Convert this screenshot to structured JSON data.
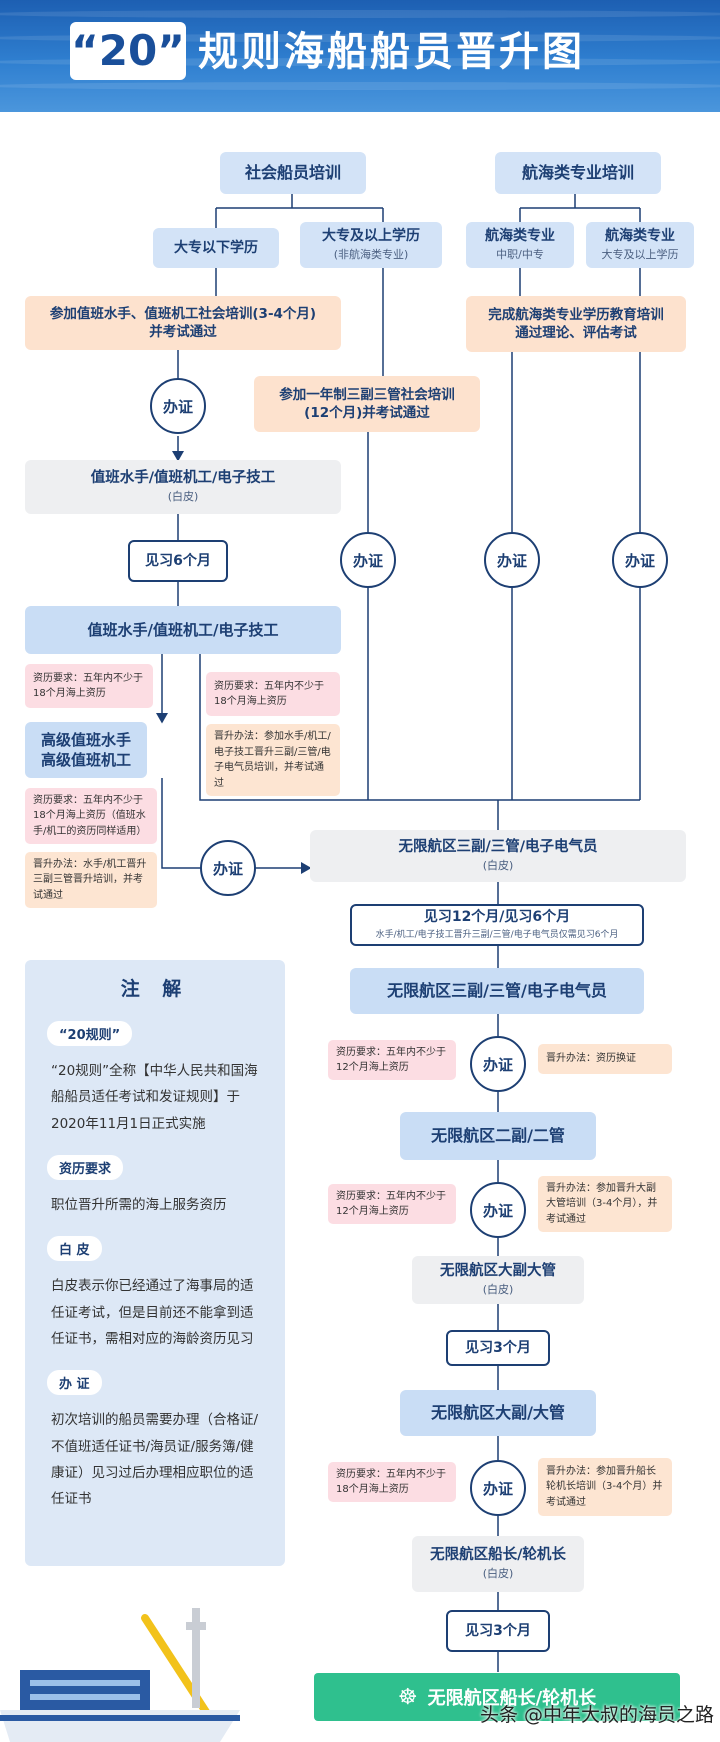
{
  "header": {
    "badge": "“20”",
    "title": "规则海船船员晋升图"
  },
  "boxes": {
    "social": "社会船员培训",
    "nautical": "航海类专业培训",
    "below_college": "大专以下学历",
    "college_above": "大专及以上学历",
    "college_above_sub": "(非航海类专业)",
    "naut_major1": "航海类专业",
    "naut_major1_sub": "中职/中专",
    "naut_major2": "航海类专业",
    "naut_major2_sub": "大专及以上学历",
    "train1": "参加值班水手、值班机工社会培训(3-4个月)",
    "train1_b": "并考试通过",
    "train_naut": "完成航海类专业学历教育培训",
    "train_naut_b": "通过理论、评估考试",
    "train_year": "参加一年制三副三管社会培训",
    "train_year_b": "(12个月)并考试通过",
    "watch_white": "值班水手/值班机工/电子技工",
    "watch_white_sub": "(白皮)",
    "intern6": "见习6个月",
    "watch": "值班水手/值班机工/电子技工",
    "senior": "高级值班水手",
    "senior_b": "高级值班机工",
    "third_white": "无限航区三副/三管/电子电气员",
    "third_white_sub": "(白皮)",
    "intern12": "见习12个月/见习6个月",
    "intern12_sub": "水手/机工/电子技工晋升三副/三管/电子电气员仅需见习6个月",
    "third": "无限航区三副/三管/电子电气员",
    "second": "无限航区二副/二管",
    "chief_white": "无限航区大副大管",
    "chief_white_sub": "(白皮)",
    "intern3a": "见习3个月",
    "chief": "无限航区大副/大管",
    "captain_white": "无限航区船长/轮机长",
    "captain_white_sub": "(白皮)",
    "intern3b": "见习3个月",
    "captain": "无限航区船长/轮机长"
  },
  "circles": {
    "label": "办证"
  },
  "notes_pink": {
    "n1": "资历要求：五年内不少于18个月海上资历",
    "n2": "资历要求：五年内不少于18个月海上资历",
    "n3": "资历要求：五年内不少于18个月海上资历（值班水手/机工的资历同样适用）",
    "n4": "资历要求：五年内不少于12个月海上资历",
    "n5": "资历要求：五年内不少于12个月海上资历",
    "n6": "资历要求：五年内不少于18个月海上资历"
  },
  "notes_orange": {
    "o1": "晋升办法：参加水手/机工/电子技工晋升三副/三管/电子电气员培训，并考试通过",
    "o2": "晋升办法：水手/机工晋升三副三管晋升培训，并考试通过",
    "o3": "晋升办法：资历换证",
    "o4": "晋升办法：参加晋升大副大管培训（3-4个月），并考试通过",
    "o5": "晋升办法：参加晋升船长轮机长培训（3-4个月）并考试通过"
  },
  "notes": {
    "title": "注 解",
    "tag1": "“20规则”",
    "txt1": "“20规则”全称【中华人民共和国海船船员适任考试和发证规则】于2020年11月1日正式实施",
    "tag2": "资历要求",
    "txt2": "职位晋升所需的海上服务资历",
    "tag3": "白 皮",
    "txt3": "白皮表示你已经通过了海事局的适任证考试，但是目前还不能拿到适任证书，需相对应的海龄资历见习",
    "tag4": "办 证",
    "txt4": "初次培训的船员需要办理（合格证/不值班适任证书/海员证/服务簿/健康证）见习过后办理相应职位的适任证书"
  },
  "watermark": "头条 @中年大叔的海员之路",
  "icons": {
    "final": "ship-wheel-icon"
  },
  "colors": {
    "header": "#2f7fd0",
    "navy": "#1d3f73",
    "final": "#2fc08e"
  }
}
